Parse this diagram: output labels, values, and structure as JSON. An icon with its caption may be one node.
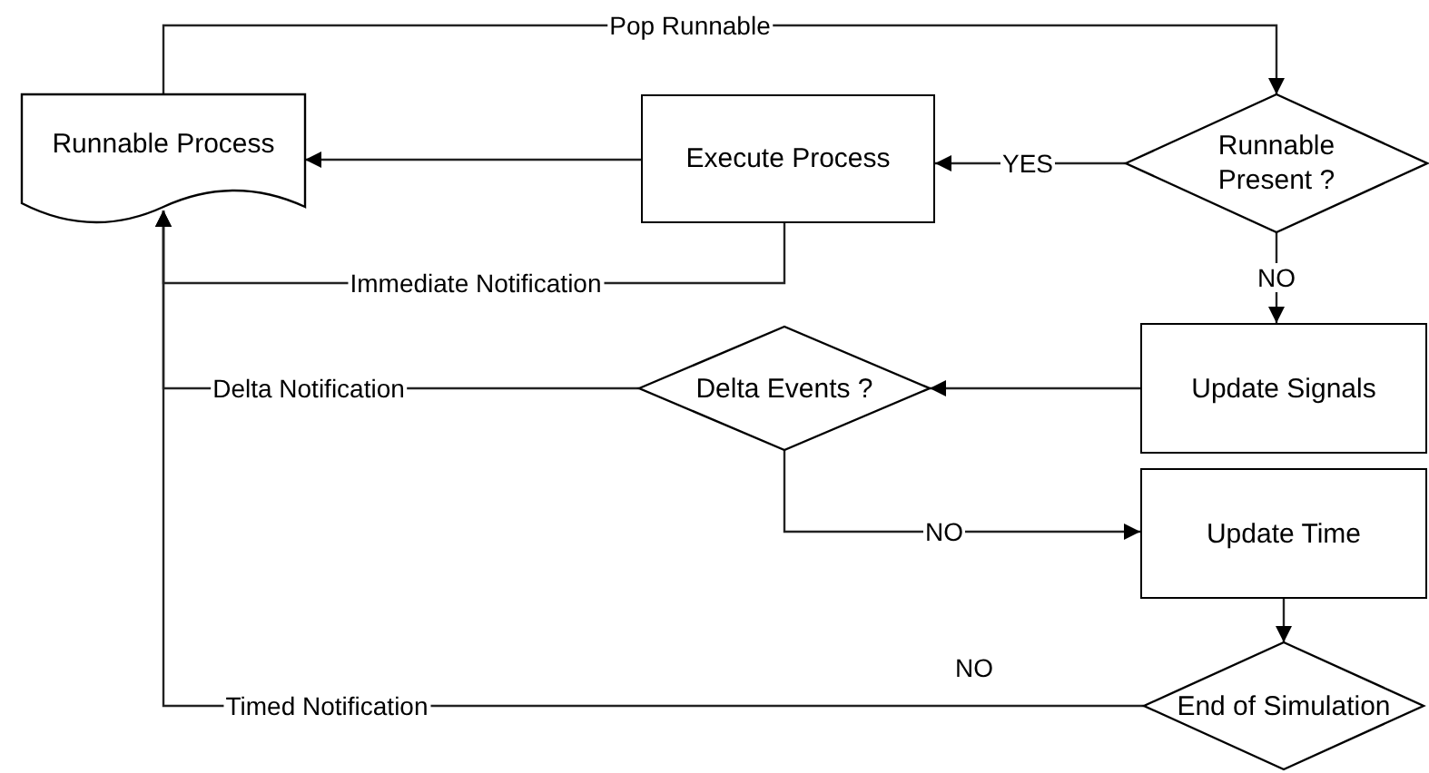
{
  "diagram": {
    "nodes": [
      {
        "text": [
          "Runnable Process"
        ]
      },
      {
        "text": [
          "Execute Process"
        ]
      },
      {
        "text": [
          "Runnable Present ?"
        ]
      },
      {
        "text": [
          "Update Signals"
        ]
      },
      {
        "text": [
          "Delta Events ?"
        ]
      },
      {
        "text": [
          "Update Time"
        ]
      },
      {
        "text": [
          "End of Simulation"
        ]
      }
    ],
    "edges": [
      {
        "from": 0,
        "to": 2,
        "arrow": "to",
        "label": "Pop Runnable"
      },
      {
        "from": 2,
        "to": 1,
        "arrow": "to",
        "label": "YES"
      },
      {
        "from": 1,
        "to": 0,
        "arrow": "to"
      },
      {
        "from": 1,
        "to": 0,
        "arrow": "to",
        "label": "Immediate Notification"
      },
      {
        "from": 2,
        "to": 3,
        "arrow": "to",
        "label": "NO"
      },
      {
        "from": 3,
        "to": 4,
        "arrow": "to"
      },
      {
        "from": 4,
        "to": 0,
        "arrow": "to",
        "label": "Delta Notification"
      },
      {
        "from": 4,
        "to": 5,
        "arrow": "to",
        "label": "NO"
      },
      {
        "from": 5,
        "to": 6,
        "arrow": "to"
      },
      {
        "from": 6,
        "to": 0,
        "arrow": "to",
        "label": "Timed Notification"
      }
    ],
    "labels": [
      "NO"
    ]
  }
}
